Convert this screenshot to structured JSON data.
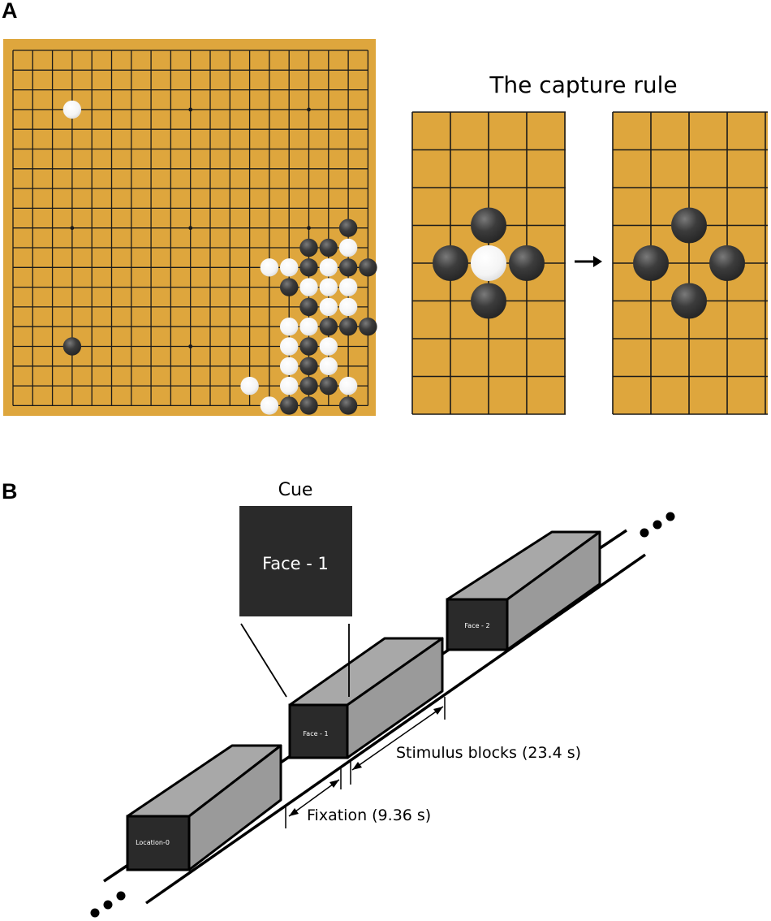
{
  "panel_a": {
    "letter": "A",
    "capture_title": "The capture rule",
    "colors": {
      "board": "#dea63d",
      "board_border": "#d29a30",
      "grid": "#1a1a1a",
      "black_stone": "#3a3a3a",
      "white_stone": "#ffffff"
    },
    "main_board_lines": 19,
    "star_points": [
      [
        3,
        3
      ],
      [
        9,
        3
      ],
      [
        15,
        3
      ],
      [
        3,
        9
      ],
      [
        9,
        9
      ],
      [
        15,
        9
      ],
      [
        3,
        15
      ],
      [
        9,
        15
      ],
      [
        15,
        15
      ]
    ],
    "stones": [
      {
        "c": 3,
        "r": 3,
        "color": "white"
      },
      {
        "c": 3,
        "r": 15,
        "color": "black"
      },
      {
        "c": 17,
        "r": 9,
        "color": "black"
      },
      {
        "c": 15,
        "r": 10,
        "color": "black"
      },
      {
        "c": 16,
        "r": 10,
        "color": "black"
      },
      {
        "c": 17,
        "r": 10,
        "color": "white"
      },
      {
        "c": 13,
        "r": 11,
        "color": "white"
      },
      {
        "c": 14,
        "r": 11,
        "color": "white"
      },
      {
        "c": 15,
        "r": 11,
        "color": "black"
      },
      {
        "c": 16,
        "r": 11,
        "color": "white"
      },
      {
        "c": 17,
        "r": 11,
        "color": "black"
      },
      {
        "c": 18,
        "r": 11,
        "color": "black"
      },
      {
        "c": 14,
        "r": 12,
        "color": "black"
      },
      {
        "c": 15,
        "r": 12,
        "color": "white"
      },
      {
        "c": 16,
        "r": 12,
        "color": "white"
      },
      {
        "c": 17,
        "r": 12,
        "color": "white"
      },
      {
        "c": 15,
        "r": 13,
        "color": "black"
      },
      {
        "c": 16,
        "r": 13,
        "color": "white"
      },
      {
        "c": 17,
        "r": 13,
        "color": "white"
      },
      {
        "c": 14,
        "r": 14,
        "color": "white"
      },
      {
        "c": 15,
        "r": 14,
        "color": "white"
      },
      {
        "c": 16,
        "r": 14,
        "color": "black"
      },
      {
        "c": 17,
        "r": 14,
        "color": "black"
      },
      {
        "c": 18,
        "r": 14,
        "color": "black"
      },
      {
        "c": 14,
        "r": 15,
        "color": "white"
      },
      {
        "c": 15,
        "r": 15,
        "color": "black"
      },
      {
        "c": 16,
        "r": 15,
        "color": "white"
      },
      {
        "c": 14,
        "r": 16,
        "color": "white"
      },
      {
        "c": 15,
        "r": 16,
        "color": "black"
      },
      {
        "c": 16,
        "r": 16,
        "color": "white"
      },
      {
        "c": 12,
        "r": 17,
        "color": "white"
      },
      {
        "c": 14,
        "r": 17,
        "color": "white"
      },
      {
        "c": 15,
        "r": 17,
        "color": "black"
      },
      {
        "c": 16,
        "r": 17,
        "color": "black"
      },
      {
        "c": 17,
        "r": 17,
        "color": "white"
      },
      {
        "c": 13,
        "r": 18,
        "color": "white"
      },
      {
        "c": 14,
        "r": 18,
        "color": "black"
      },
      {
        "c": 15,
        "r": 18,
        "color": "black"
      },
      {
        "c": 17,
        "r": 18,
        "color": "black"
      }
    ],
    "before_stones": [
      {
        "c": 2,
        "r": 3,
        "color": "black"
      },
      {
        "c": 1,
        "r": 4,
        "color": "black"
      },
      {
        "c": 2,
        "r": 4,
        "color": "white"
      },
      {
        "c": 3,
        "r": 4,
        "color": "black"
      },
      {
        "c": 2,
        "r": 5,
        "color": "black"
      }
    ],
    "after_stones": [
      {
        "c": 2,
        "r": 3,
        "color": "black"
      },
      {
        "c": 1,
        "r": 4,
        "color": "black"
      },
      {
        "c": 3,
        "r": 4,
        "color": "black"
      },
      {
        "c": 2,
        "r": 5,
        "color": "black"
      }
    ]
  },
  "panel_b": {
    "letter": "B",
    "cue_title": "Cue",
    "cue_text": "Face - 1",
    "block_labels": [
      "Location-0",
      "Face - 1",
      "Face - 2"
    ],
    "stimulus_label": "Stimulus blocks (23.4 s)",
    "fixation_label": "Fixation (9.36 s)",
    "colors": {
      "dark_face": "#2a2a2a",
      "gray_face": "#9a9a9a",
      "top_face": "#a8a8a8",
      "outline": "#000000"
    }
  }
}
